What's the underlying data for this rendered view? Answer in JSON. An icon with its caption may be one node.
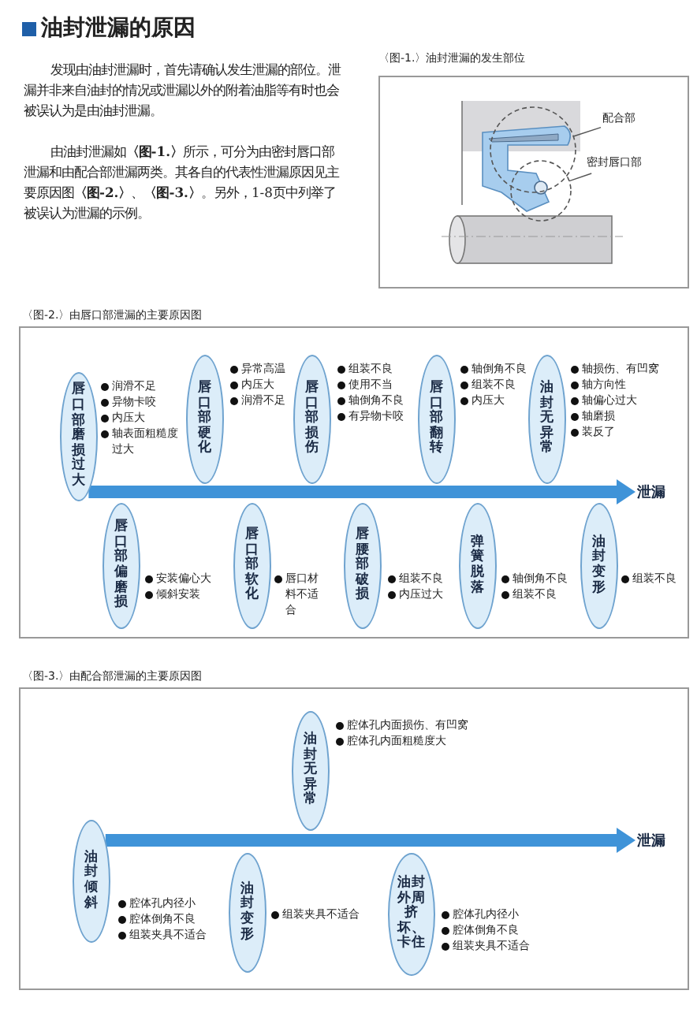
{
  "diagram": {
    "title": "油封泄漏的原因",
    "nodes": [
      {
        "text": [
          "配合部"
        ]
      },
      {
        "text": [],
        "shape": "circle"
      },
      {
        "text": [
          "密封唇口部"
        ]
      },
      {
        "text": [],
        "shape": "circle"
      },
      {
        "text": [
          "唇口部磨损过大"
        ],
        "beside": [
          "润滑不足",
          "异物卡咬",
          "内压大",
          "轴表面粗糙度过大"
        ]
      },
      {
        "text": [
          "唇口部偏磨损"
        ],
        "beside": [
          "安装偏心大",
          "倾斜安装"
        ]
      },
      {
        "text": [
          "唇口部硬化"
        ],
        "beside": [
          "异常高温",
          "内压大",
          "润滑不足"
        ]
      },
      {
        "text": [
          "唇口部软化"
        ],
        "beside": [
          "唇口材料不适合"
        ]
      },
      {
        "text": [
          "唇口部损伤"
        ],
        "beside": [
          "组装不良",
          "使用不当",
          "轴倒角不良",
          "有异物卡咬"
        ]
      },
      {
        "text": [
          "唇腰部破损"
        ],
        "beside": [
          "组装不良",
          "内压过大"
        ]
      },
      {
        "text": [
          "唇口部翻转"
        ],
        "beside": [
          "轴倒角不良",
          "组装不良",
          "内压大"
        ]
      },
      {
        "text": [
          "弹簧脱落"
        ],
        "beside": [
          "轴倒角不良",
          "组装不良"
        ]
      },
      {
        "text": [
          "油封无异常"
        ],
        "beside": [
          "轴损伤、有凹窝",
          "轴方向性",
          "轴偏心过大",
          "轴磨损",
          "装反了"
        ]
      },
      {
        "text": [
          "油封变形"
        ],
        "beside": [
          "组装不良"
        ]
      },
      {
        "text": [
          "泄漏"
        ]
      },
      {
        "text": [
          "油封倾斜"
        ],
        "beside": [
          "腔体孔内径小",
          "腔体倒角不良",
          "组装夹具不适合"
        ]
      },
      {
        "text": [
          "油封变形"
        ],
        "beside": [
          "组装夹具不适合"
        ]
      },
      {
        "text": [
          "油封无异常"
        ],
        "beside": [
          "腔体孔内面损伤、有凹窝",
          "腔体孔内面粗糙度大"
        ]
      },
      {
        "text": [
          "油封外周挤坏、卡住"
        ],
        "beside": [
          "腔体孔内径小",
          "腔体倒角不良",
          "组装夹具不适合"
        ]
      },
      {
        "text": [
          "泄漏"
        ]
      }
    ],
    "edges": [
      {
        "from": 0,
        "to": 1,
        "arrow": "none"
      },
      {
        "from": 2,
        "to": 3,
        "arrow": "none"
      },
      {
        "from": 4,
        "to": 14,
        "arrow": "to",
        "style": "thick",
        "color": "#3f93d8"
      },
      {
        "from": 15,
        "to": 19,
        "arrow": "to",
        "style": "thick",
        "color": "#3f93d8"
      }
    ],
    "labels": [
      "发现由油封泄漏时，首先请确认发生泄漏的部位。泄漏并非来自油封的情况或泄漏以外的附着油脂等有时也会被误认为是由油封泄漏。",
      "由油封泄漏如**〈图-1.〉**所示，可分为由密封唇口部泄漏和由配合部泄漏两类。其各自的代表性泄漏原因见主要原因图**〈图-2.〉**、**〈图-3.〉**。另外，1-8页中列举了被误认为泄漏的示例。",
      "〈图-1.〉油封泄漏的发生部位",
      "〈图-2.〉由唇口部泄漏的主要原因图",
      "〈图-3.〉由配合部泄漏的主要原因图"
    ]
  }
}
